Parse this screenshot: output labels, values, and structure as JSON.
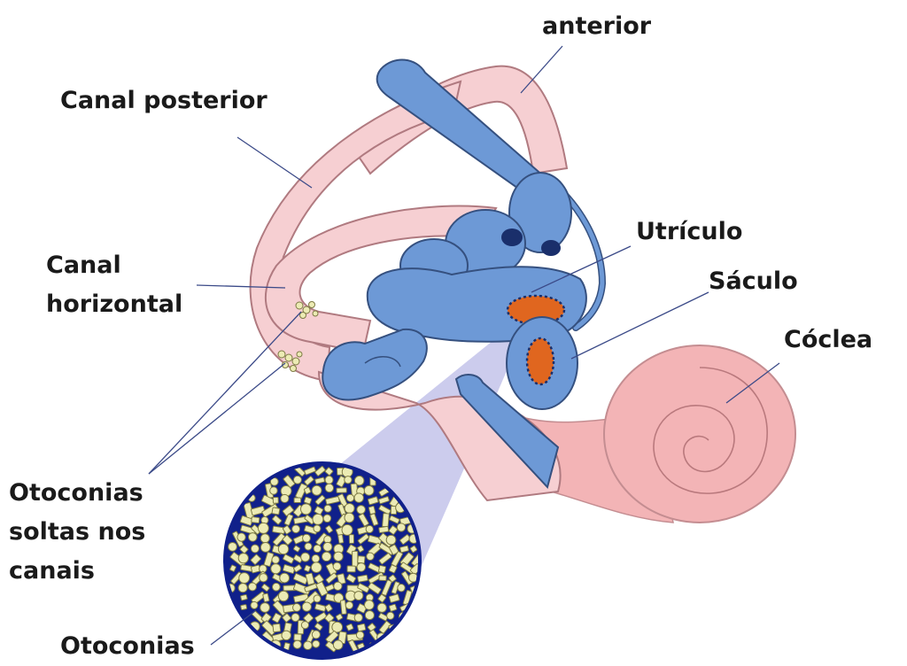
{
  "labels": {
    "canal_anterior": "anterior",
    "canal_posterior": "Canal posterior",
    "canal_horizontal": [
      "Canal",
      "horizontal"
    ],
    "utriculo": "Utrículo",
    "saculo": "Sáculo",
    "coclea": "Cóclea",
    "otoconias_soltas": [
      "Otoconias",
      "soltas nos",
      "canais"
    ],
    "otoconias": "Otoconias"
  },
  "colors": {
    "canal_fill": "#f6cfd2",
    "canal_stroke": "#b07a80",
    "labyrinth_fill": "#6d99d6",
    "labyrinth_stroke": "#35507f",
    "macula_fill": "#e0661f",
    "otoconia_fill": "#ecebb4",
    "otoconia_stroke": "#7d7a44",
    "zoom_circle_fill": "#10208a",
    "zoom_beam": "#8d8fd6",
    "coclea_fill": "#f3b4b6",
    "leader_line": "#3b4a88"
  }
}
